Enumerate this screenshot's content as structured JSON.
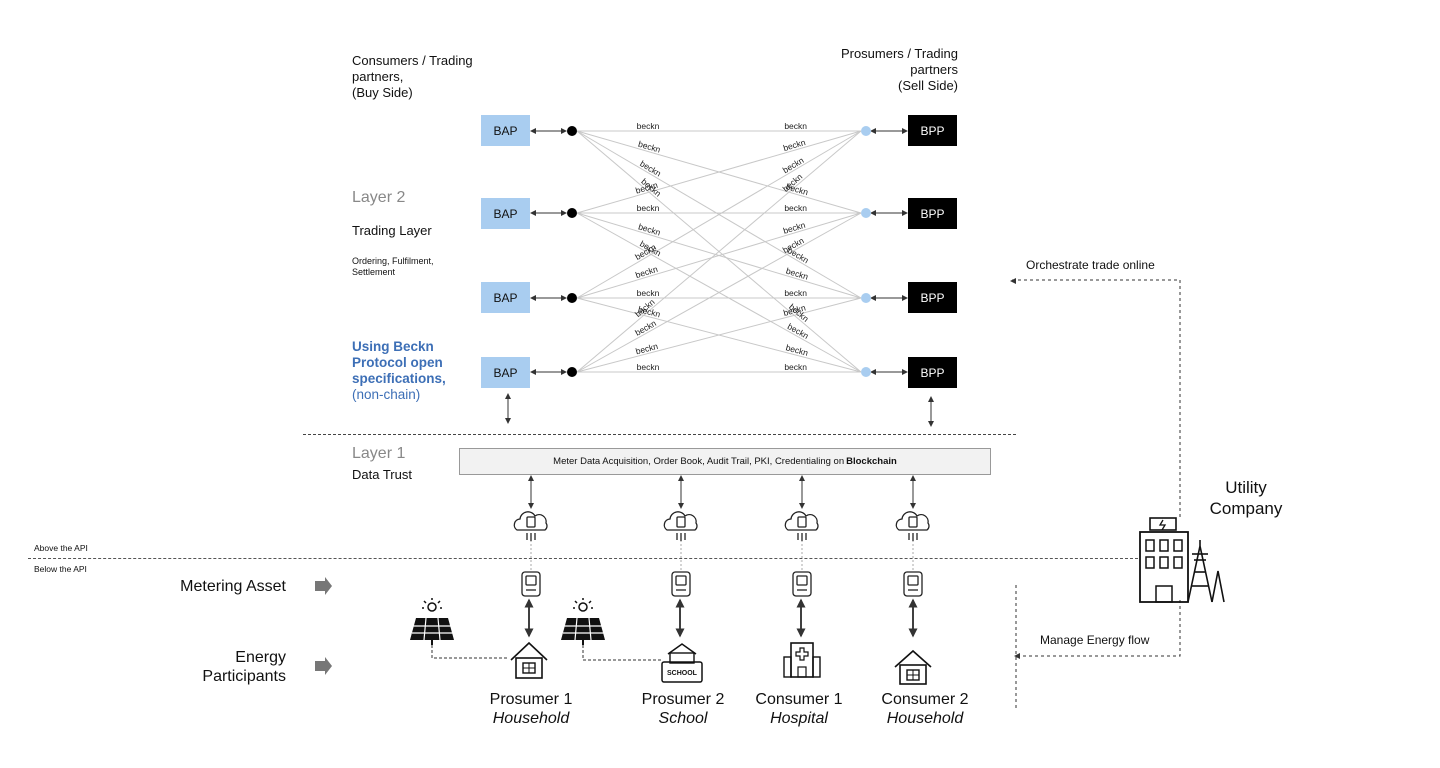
{
  "buy_side": {
    "title": "Consumers / Trading partners,",
    "subtitle": "(Buy Side)"
  },
  "sell_side": {
    "title_line1": "Prosumers / Trading",
    "title_line2": "partners",
    "subtitle": "(Sell Side)"
  },
  "layer2": {
    "name": "Layer 2",
    "title": "Trading Layer",
    "desc_line1": "Ordering, Fulfilment,",
    "desc_line2": "Settlement",
    "beckn_line1": "Using Beckn",
    "beckn_line2": "Protocol open",
    "beckn_line3": "specifications,",
    "beckn_line4": "(non-chain)"
  },
  "layer1": {
    "name": "Layer 1",
    "title": "Data Trust",
    "chain_text": "Meter Data Acquisition, Order Book, Audit Trail, PKI, Credentialing on ",
    "chain_bold": "Blockchain"
  },
  "bap_label": "BAP",
  "bpp_label": "BPP",
  "link_label": "beckn",
  "api": {
    "above": "Above the API",
    "below": "Below the API"
  },
  "rows": {
    "metering": "Metering Asset",
    "energy_line1": "Energy",
    "energy_line2": "Participants"
  },
  "participants": [
    {
      "name": "Prosumer 1",
      "type": "Household"
    },
    {
      "name": "Prosumer 2",
      "type": "School"
    },
    {
      "name": "Consumer 1",
      "type": "Hospital"
    },
    {
      "name": "Consumer 2",
      "type": "Household"
    }
  ],
  "utility": {
    "line1": "Utility",
    "line2": "Company",
    "orchestrate": "Orchestrate trade online",
    "manage": "Manage Energy flow"
  },
  "school_sign": "SCHOOL",
  "colors": {
    "bap": "#a9cdf0",
    "bpp": "#000000",
    "beckn_blue": "#3d6fb6"
  }
}
